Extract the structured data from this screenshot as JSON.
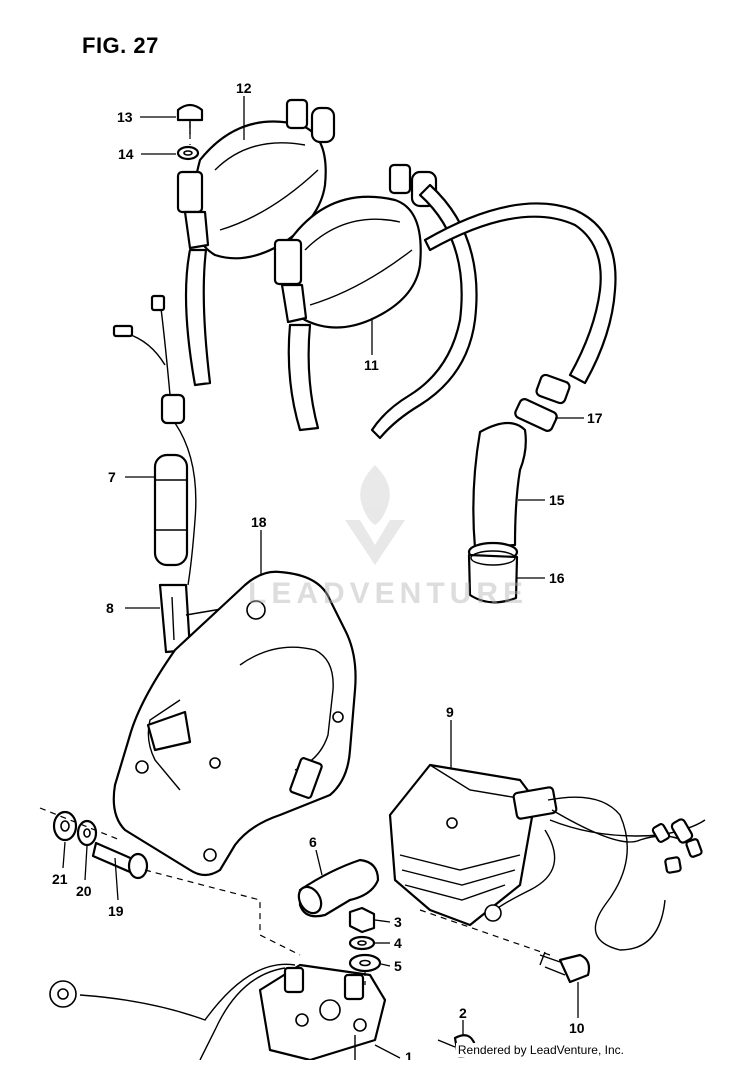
{
  "figure": {
    "title": "FIG. 27"
  },
  "watermark": {
    "text": "LEADVENTURE"
  },
  "credit": "Rendered by LeadVenture, Inc.",
  "callouts": [
    {
      "id": "c1",
      "label": "1"
    },
    {
      "id": "c2",
      "label": "2"
    },
    {
      "id": "c3",
      "label": "3"
    },
    {
      "id": "c4",
      "label": "4"
    },
    {
      "id": "c5",
      "label": "5"
    },
    {
      "id": "c6",
      "label": "6"
    },
    {
      "id": "c7",
      "label": "7"
    },
    {
      "id": "c8",
      "label": "8"
    },
    {
      "id": "c9",
      "label": "9"
    },
    {
      "id": "c10",
      "label": "10"
    },
    {
      "id": "c11",
      "label": "11"
    },
    {
      "id": "c12",
      "label": "12"
    },
    {
      "id": "c13",
      "label": "13"
    },
    {
      "id": "c14",
      "label": "14"
    },
    {
      "id": "c15",
      "label": "15"
    },
    {
      "id": "c16",
      "label": "16"
    },
    {
      "id": "c17",
      "label": "17"
    },
    {
      "id": "c18",
      "label": "18"
    },
    {
      "id": "c19",
      "label": "19"
    },
    {
      "id": "c20",
      "label": "20"
    },
    {
      "id": "c21",
      "label": "21"
    }
  ]
}
